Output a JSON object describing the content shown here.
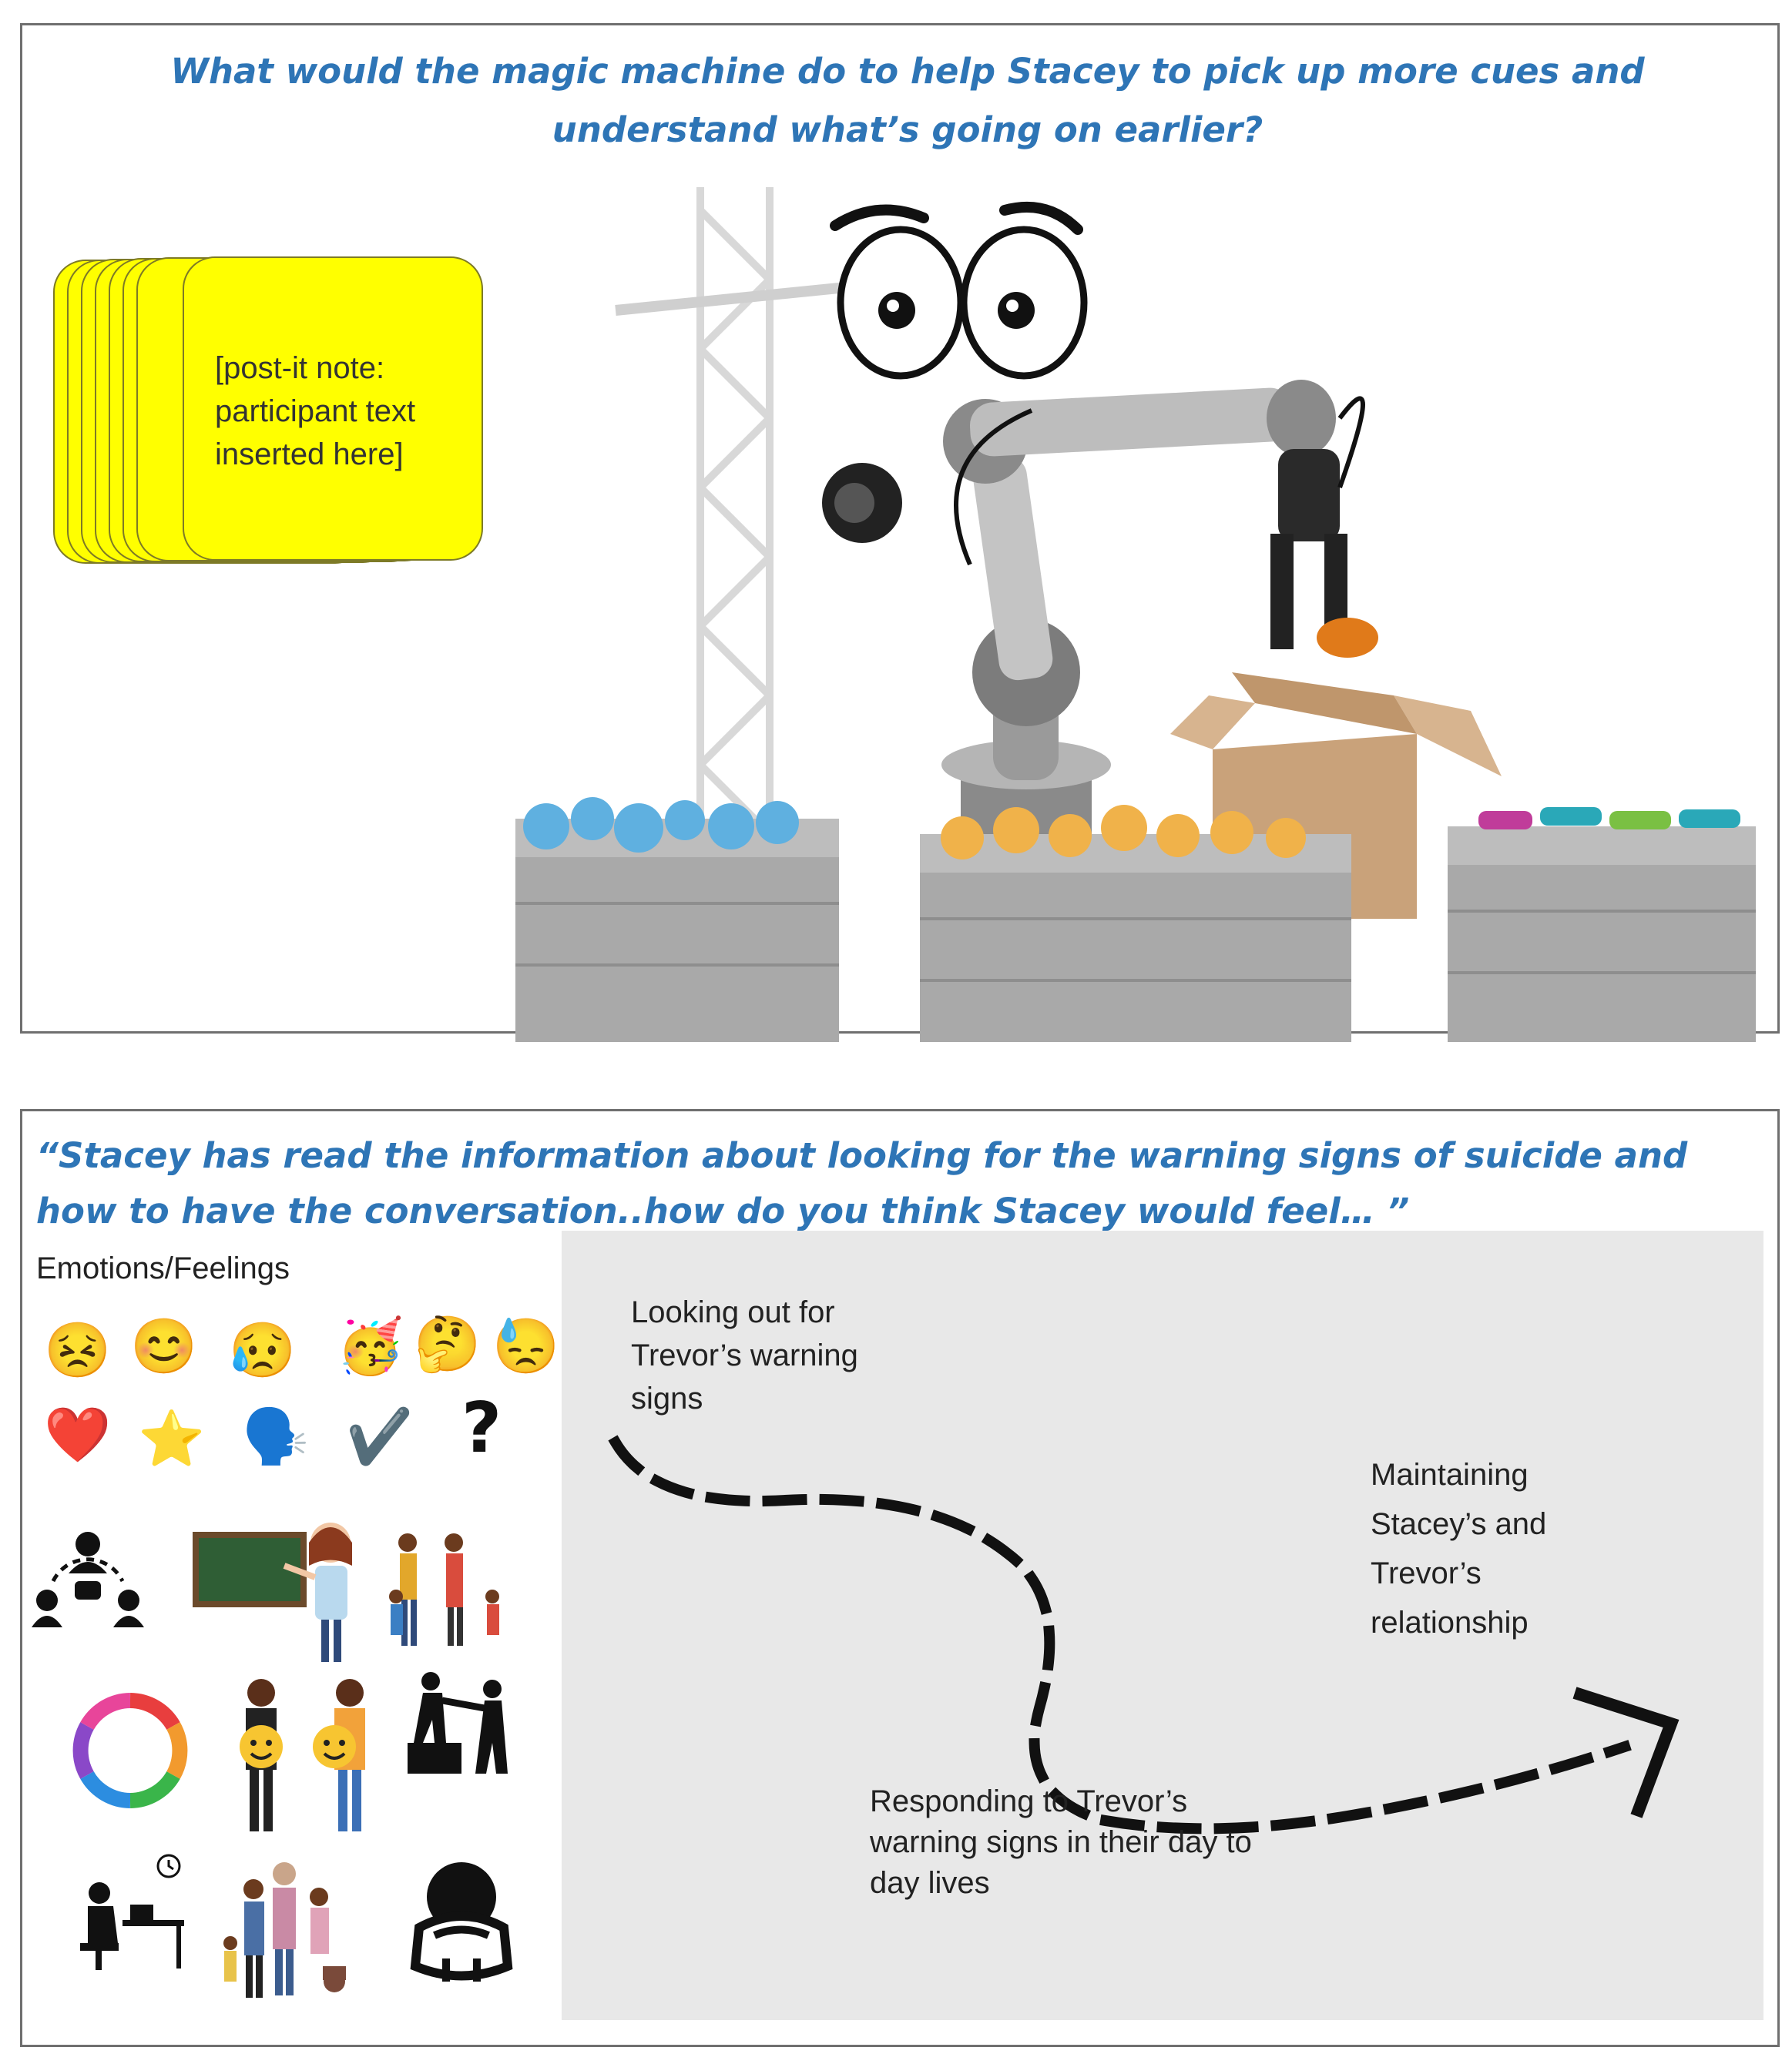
{
  "panel1": {
    "question": "What would the magic machine do to help Stacey to pick up more cues and understand what’s going on earlier?",
    "postit_text": "[post-it note: participant text inserted here]"
  },
  "panel2": {
    "question": "“Stacey has read the information about looking for the warning signs of suicide and how to have the conversation..how do you think Stacey would feel… ”",
    "emotions_label": "Emotions/Feelings",
    "emojis_row1": [
      "😣",
      "😊",
      "😥",
      "🥳",
      "🤔",
      "😓"
    ],
    "emojis_row2": [
      "❤️",
      "⭐",
      "🗣️",
      "✔️",
      "?"
    ],
    "stages": [
      "Looking out for Trevor’s warning signs",
      "Maintaining Stacey’s and Trevor’s relationship",
      "Responding to Trevor’s warning signs in their day to day lives"
    ]
  },
  "colors": {
    "question_blue": "#2e75b6",
    "postit_yellow": "#ffff00",
    "journey_gray": "#e8e8e8"
  }
}
